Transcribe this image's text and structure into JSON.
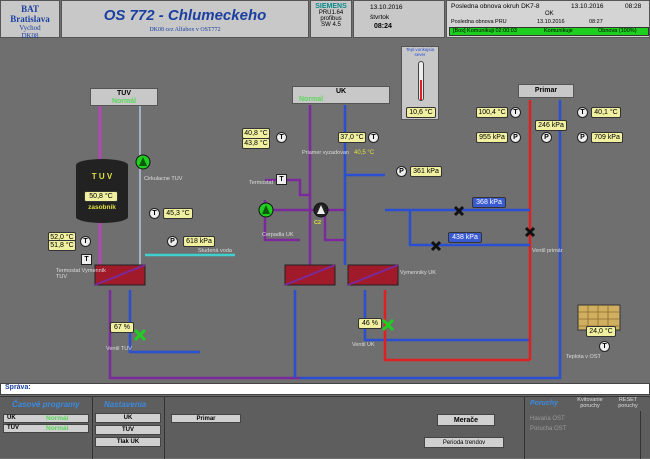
{
  "header": {
    "company": "BAT Bratislava",
    "region": "Vychod",
    "code": "DK08",
    "title": "OS 772 - Chlumeckeho",
    "subtitle": "DK08 cez Alfabox v OST772",
    "plc_brand": "SIEMENS",
    "plc_model": "PRU1.64",
    "plc_bus": "profibus",
    "plc_sw": "SW 4.5",
    "date": "13.10.2016",
    "weekday": "štvrtok",
    "time": "08:24",
    "refresh_circuit_label": "Posledna obnova okruh DK7-8",
    "refresh_circuit_date": "13.10.2016",
    "refresh_circuit_time": "08:28",
    "refresh_circuit_ok": "OK",
    "refresh_pru_label": "Posledna obnova PRU",
    "refresh_pru_date": "13.10.2016",
    "refresh_pru_time": "08:27",
    "comm_box": "[Box] Komunikuji 02:00:03",
    "comm_state": "Komunikuje",
    "comm_refresh": "Obnova (100%)"
  },
  "outdoor": {
    "label": "Tepl.vonkajsia sever",
    "value": "10,6 °C"
  },
  "sections": {
    "tuv": {
      "title": "TUV",
      "state": "Normál"
    },
    "uk": {
      "title": "UK",
      "state": "Normal"
    },
    "primar": {
      "title": "Primar"
    }
  },
  "tuv": {
    "tank_label": "T U V",
    "tank_temp": "50,8 °C",
    "tank_sub": "zasobnik",
    "pump_label": "Cirkulacne TUV",
    "t_right": "45,3 °C",
    "t_left1": "52,0 °C",
    "t_left2": "51,8 °C",
    "thermostat_label": "Termostat Vymenník TUV",
    "pressure": "618 kPa",
    "cold_water": "Studená voda",
    "valve_pct": "67 %",
    "valve_label": "Ventil TUV"
  },
  "uk": {
    "t_a1": "40,8 °C",
    "t_a2": "43,8 °C",
    "t_b": "37,0 °C",
    "primar_req_label": "Priamer vyzadovan",
    "primar_req_val": "40,5 °C",
    "thermostat_label": "Termostat",
    "pumps_label": "Cerpadla UK",
    "pump2_label": "C2",
    "pressure": "361 kPa",
    "exchanger_label": "Vymenniky UK",
    "valve_pct": "46 %",
    "valve_label": "Ventil UK"
  },
  "primar": {
    "t_left": "100,4 °C",
    "t_right": "40,1 °C",
    "p_left": "955 kPa",
    "p_mid": "246 kPa",
    "p_right": "709 kPa",
    "flow1": "368 kPa",
    "flow2": "438 kPa",
    "valve_label": "Ventil primár"
  },
  "ost": {
    "temp": "24,0 °C",
    "label": "Teplota v OST"
  },
  "message_bar": {
    "label": "Správa:"
  },
  "bottom": {
    "programs_title": "Časové programy",
    "programs": [
      {
        "name": "UK",
        "state": "Normál"
      },
      {
        "name": "TUV",
        "state": "Normál"
      }
    ],
    "settings_title": "Nastavenia",
    "settings": [
      "UK",
      "TUV",
      "Tlak UK"
    ],
    "primar_btn": "Primar",
    "merace_btn": "Merače",
    "trend_btn": "Perioda trendov",
    "faults_title": "Poruchy",
    "ack_label": "Kvitovanie poruchy",
    "reset_label": "RESET poruchy",
    "fault1": "Havaria OST",
    "fault2": "Porucha OST"
  },
  "colors": {
    "hot": "#e02020",
    "return": "#7a2a9a",
    "cold": "#2a4fd0",
    "tuv": "#c040c0",
    "cw": "#40d0d0"
  }
}
